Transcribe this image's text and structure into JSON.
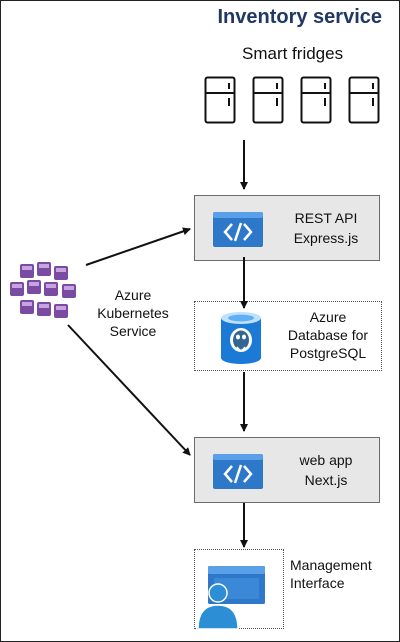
{
  "title": "Inventory service",
  "devices": {
    "label": "Smart fridges",
    "count": 4
  },
  "api": {
    "line1": "REST API",
    "line2": "Express.js"
  },
  "aks": {
    "line1": "Azure",
    "line2": "Kubernetes",
    "line3": "Service"
  },
  "db": {
    "line1": "Azure",
    "line2": "Database for",
    "line3": "PostgreSQL"
  },
  "webapp": {
    "line1": "web app",
    "line2": "Next.js"
  },
  "mgmt": {
    "line1": "Management",
    "line2": "Interface"
  },
  "colors": {
    "title": "#1f3864",
    "code_icon": "#2e78c9",
    "aks_purple": "#7b4aa3",
    "db_blue": "#1b7ad6",
    "person_blue": "#2c8fd6"
  }
}
